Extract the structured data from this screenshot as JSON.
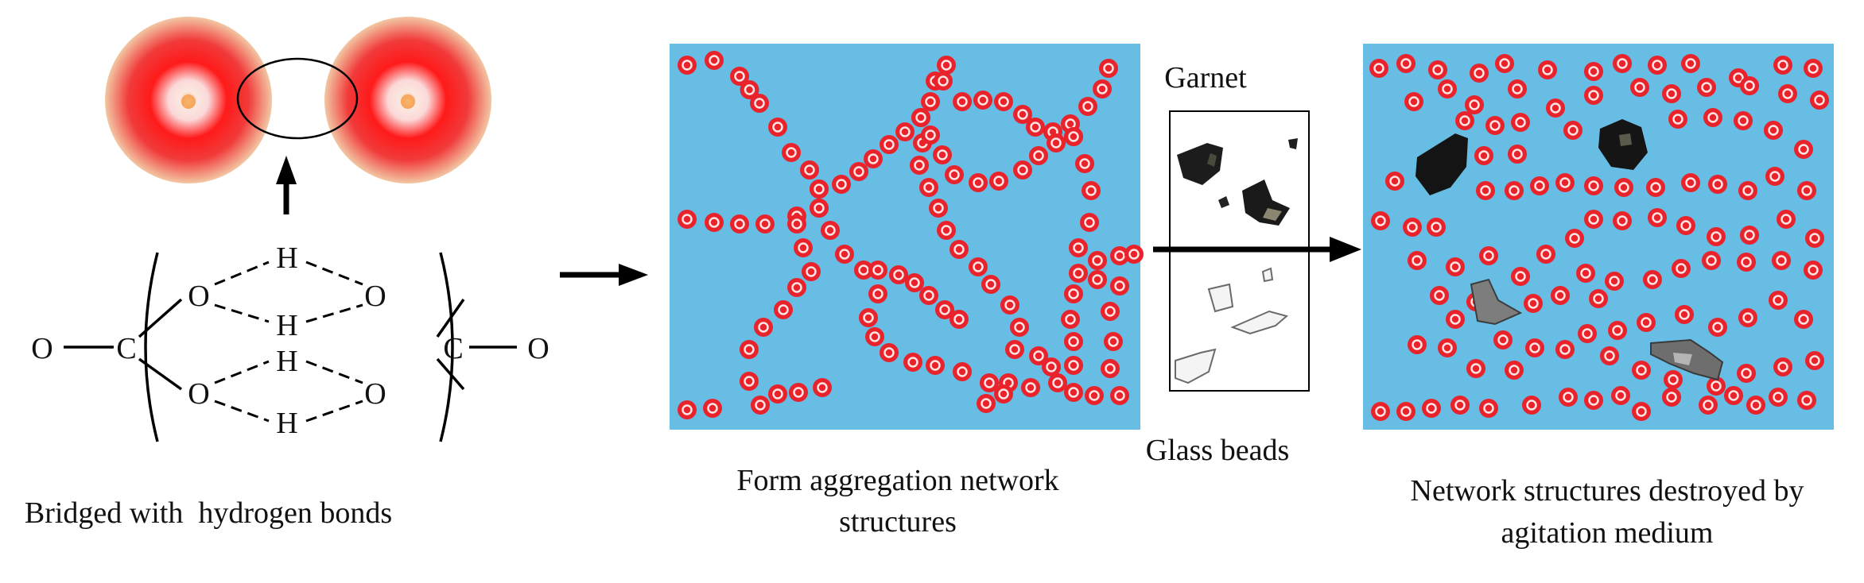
{
  "molecule": {
    "atoms": {
      "o_left_end": "O",
      "c_left": "C",
      "o_left_top": "O",
      "o_left_bottom": "O",
      "h_top": "H",
      "h_upper_mid": "H",
      "h_lower_mid": "H",
      "h_bottom": "H",
      "o_right_top": "O",
      "o_right_bottom": "O",
      "c_right": "C",
      "o_right_end": "O"
    },
    "caption": "Bridged with  hydrogen bonds"
  },
  "panel_aggregation": {
    "caption_line1": "Form aggregation network",
    "caption_line2": "structures"
  },
  "medium_box": {
    "top_label": "Garnet",
    "bottom_label": "Glass beads"
  },
  "panel_destroyed": {
    "caption_line1": "Network structures destroyed by",
    "caption_line2": "agitation medium"
  },
  "colors": {
    "panel_background": "#68bde5",
    "particle_red": "#e8232b",
    "particle_ring": "#ffe4e4",
    "glow_red": "#ff1a1a",
    "glow_core": "#f5f0f0",
    "glow_center": "#f2b26d",
    "glow_edge": "#f3c6a2"
  },
  "icons": [
    "arrow-right-icon",
    "arrow-up-icon"
  ]
}
